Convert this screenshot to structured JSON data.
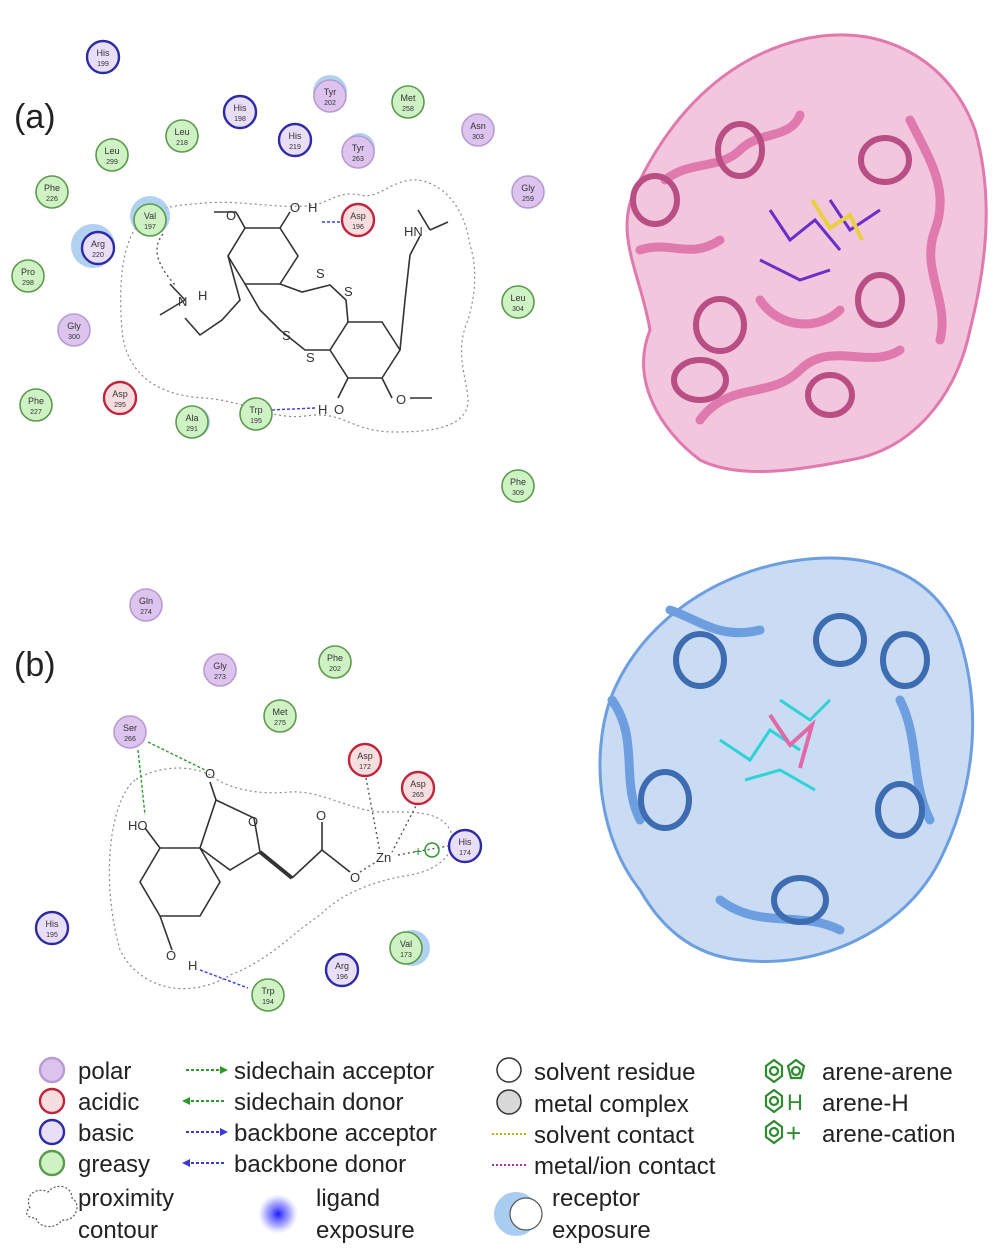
{
  "panels": [
    {
      "label": "(a)",
      "colors": {
        "ribbon": "#e07aae",
        "ribbon_dark": "#b94e84",
        "ligand": "#e8d040",
        "sidechain": "#6a2fc9"
      },
      "residues": [
        {
          "name": "His",
          "num": "199",
          "type": "basic"
        },
        {
          "name": "Tyr",
          "num": "202",
          "type": "polar"
        },
        {
          "name": "Met",
          "num": "258",
          "type": "greasy"
        },
        {
          "name": "His",
          "num": "198",
          "type": "basic"
        },
        {
          "name": "Asn",
          "num": "303",
          "type": "polar"
        },
        {
          "name": "Leu",
          "num": "218",
          "type": "greasy"
        },
        {
          "name": "His",
          "num": "219",
          "type": "basic"
        },
        {
          "name": "Tyr",
          "num": "263",
          "type": "polar"
        },
        {
          "name": "Leu",
          "num": "299",
          "type": "greasy"
        },
        {
          "name": "Phe",
          "num": "226",
          "type": "greasy"
        },
        {
          "name": "Gly",
          "num": "259",
          "type": "polar"
        },
        {
          "name": "Val",
          "num": "197",
          "type": "greasy"
        },
        {
          "name": "Asp",
          "num": "196",
          "type": "acidic"
        },
        {
          "name": "Arg",
          "num": "220",
          "type": "basic"
        },
        {
          "name": "Pro",
          "num": "298",
          "type": "greasy"
        },
        {
          "name": "Leu",
          "num": "304",
          "type": "greasy"
        },
        {
          "name": "Gly",
          "num": "300",
          "type": "polar"
        },
        {
          "name": "Phe",
          "num": "227",
          "type": "greasy"
        },
        {
          "name": "Asp",
          "num": "295",
          "type": "acidic"
        },
        {
          "name": "Ala",
          "num": "291",
          "type": "greasy"
        },
        {
          "name": "Trp",
          "num": "195",
          "type": "greasy"
        },
        {
          "name": "Phe",
          "num": "309",
          "type": "greasy"
        }
      ],
      "atoms": {
        "O": "O",
        "H": "H",
        "S": "S",
        "N": "N",
        "HN": "HN"
      }
    },
    {
      "label": "(b)",
      "colors": {
        "ribbon": "#6d9ee0",
        "ribbon_dark": "#3d6cb0",
        "ligand": "#e06aa8",
        "sidechain": "#2fd3d3"
      },
      "residues": [
        {
          "name": "Gln",
          "num": "274",
          "type": "polar"
        },
        {
          "name": "Gly",
          "num": "273",
          "type": "polar"
        },
        {
          "name": "Phe",
          "num": "202",
          "type": "greasy"
        },
        {
          "name": "Met",
          "num": "275",
          "type": "greasy"
        },
        {
          "name": "Ser",
          "num": "266",
          "type": "polar"
        },
        {
          "name": "Asp",
          "num": "172",
          "type": "acidic"
        },
        {
          "name": "Asp",
          "num": "265",
          "type": "acidic"
        },
        {
          "name": "His",
          "num": "174",
          "type": "basic"
        },
        {
          "name": "His",
          "num": "195",
          "type": "basic"
        },
        {
          "name": "Val",
          "num": "173",
          "type": "greasy"
        },
        {
          "name": "Arg",
          "num": "196",
          "type": "basic"
        },
        {
          "name": "Trp",
          "num": "194",
          "type": "greasy"
        }
      ],
      "atoms": {
        "O": "O",
        "HO": "HO",
        "H": "H",
        "Zn": "Zn"
      }
    }
  ],
  "legend": {
    "residue_types": [
      {
        "label": "polar",
        "type": "polar"
      },
      {
        "label": "acidic",
        "type": "acidic"
      },
      {
        "label": "basic",
        "type": "basic"
      },
      {
        "label": "greasy",
        "type": "greasy"
      }
    ],
    "interactions": [
      {
        "label": "sidechain acceptor",
        "color": "#2e9a2e"
      },
      {
        "label": "sidechain donor",
        "color": "#2e9a2e"
      },
      {
        "label": "backbone acceptor",
        "color": "#3a3ad8"
      },
      {
        "label": "backbone donor",
        "color": "#3a3ad8"
      }
    ],
    "misc": [
      {
        "label": "solvent residue"
      },
      {
        "label": "metal complex"
      },
      {
        "label": "solvent contact",
        "color": "#b5b520"
      },
      {
        "label": "metal/ion contact",
        "color": "#b030b0"
      }
    ],
    "arene": [
      {
        "label": "arene-arene",
        "symbol": ""
      },
      {
        "label": "arene-H",
        "symbol": "H"
      },
      {
        "label": "arene-cation",
        "symbol": "+"
      }
    ],
    "exposure": {
      "proximity_line1": "proximity",
      "proximity_line2": "contour",
      "ligand_line1": "ligand",
      "ligand_line2": "exposure",
      "receptor_line1": "receptor",
      "receptor_line2": "exposure"
    }
  },
  "residue_styles": {
    "polar": {
      "fill": "#dcc4ee",
      "stroke": "#b99ad2"
    },
    "acidic": {
      "fill": "#f6dde0",
      "stroke": "#c0243a"
    },
    "basic": {
      "fill": "#e8def6",
      "stroke": "#2c2aa4"
    },
    "greasy": {
      "fill": "#cff2c4",
      "stroke": "#5c9a4c"
    }
  }
}
